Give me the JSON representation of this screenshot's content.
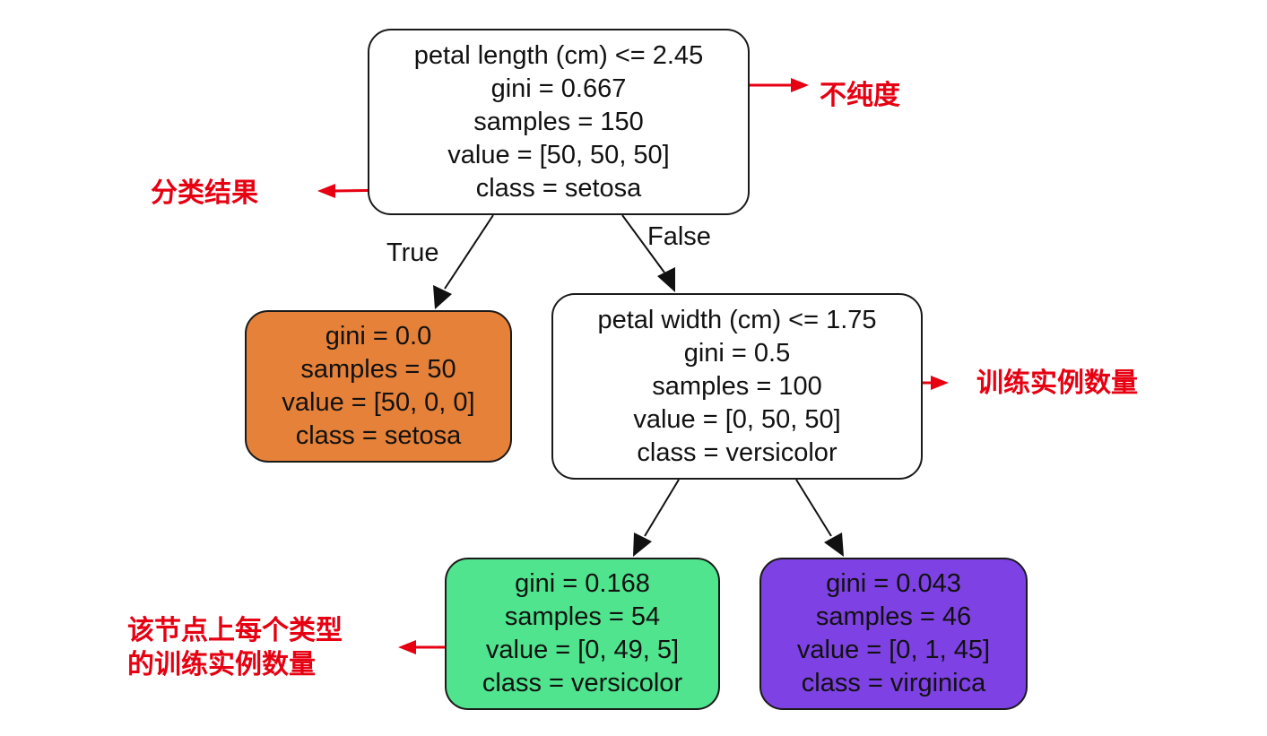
{
  "colors": {
    "annotation": "#e60012",
    "edge": "#111111",
    "setosa_fill": "#e58139",
    "versicolor_fill": "#4fe48d",
    "virginica_fill": "#7e41e3",
    "split_fill": "#ffffff"
  },
  "tree": {
    "root": {
      "lines": [
        "petal length (cm) <= 2.45",
        "gini = 0.667",
        "samples = 150",
        "value = [50, 50, 50]",
        "class = setosa"
      ]
    },
    "setosa_leaf": {
      "lines": [
        "gini = 0.0",
        "samples = 50",
        "value = [50, 0, 0]",
        "class = setosa"
      ]
    },
    "split_width": {
      "lines": [
        "petal width (cm) <= 1.75",
        "gini = 0.5",
        "samples = 100",
        "value = [0, 50, 50]",
        "class = versicolor"
      ]
    },
    "versicolor_leaf": {
      "lines": [
        "gini = 0.168",
        "samples = 54",
        "value = [0, 49, 5]",
        "class = versicolor"
      ]
    },
    "virginica_leaf": {
      "lines": [
        "gini = 0.043",
        "samples = 46",
        "value = [0, 1, 45]",
        "class = virginica"
      ]
    }
  },
  "edge_labels": {
    "true_label": "True",
    "false_label": "False"
  },
  "annotations": {
    "impurity": "不纯度",
    "class_result": "分类结果",
    "sample_count": "训练实例数量",
    "value_line1": "该节点上每个类型",
    "value_line2": "的训练实例数量"
  }
}
